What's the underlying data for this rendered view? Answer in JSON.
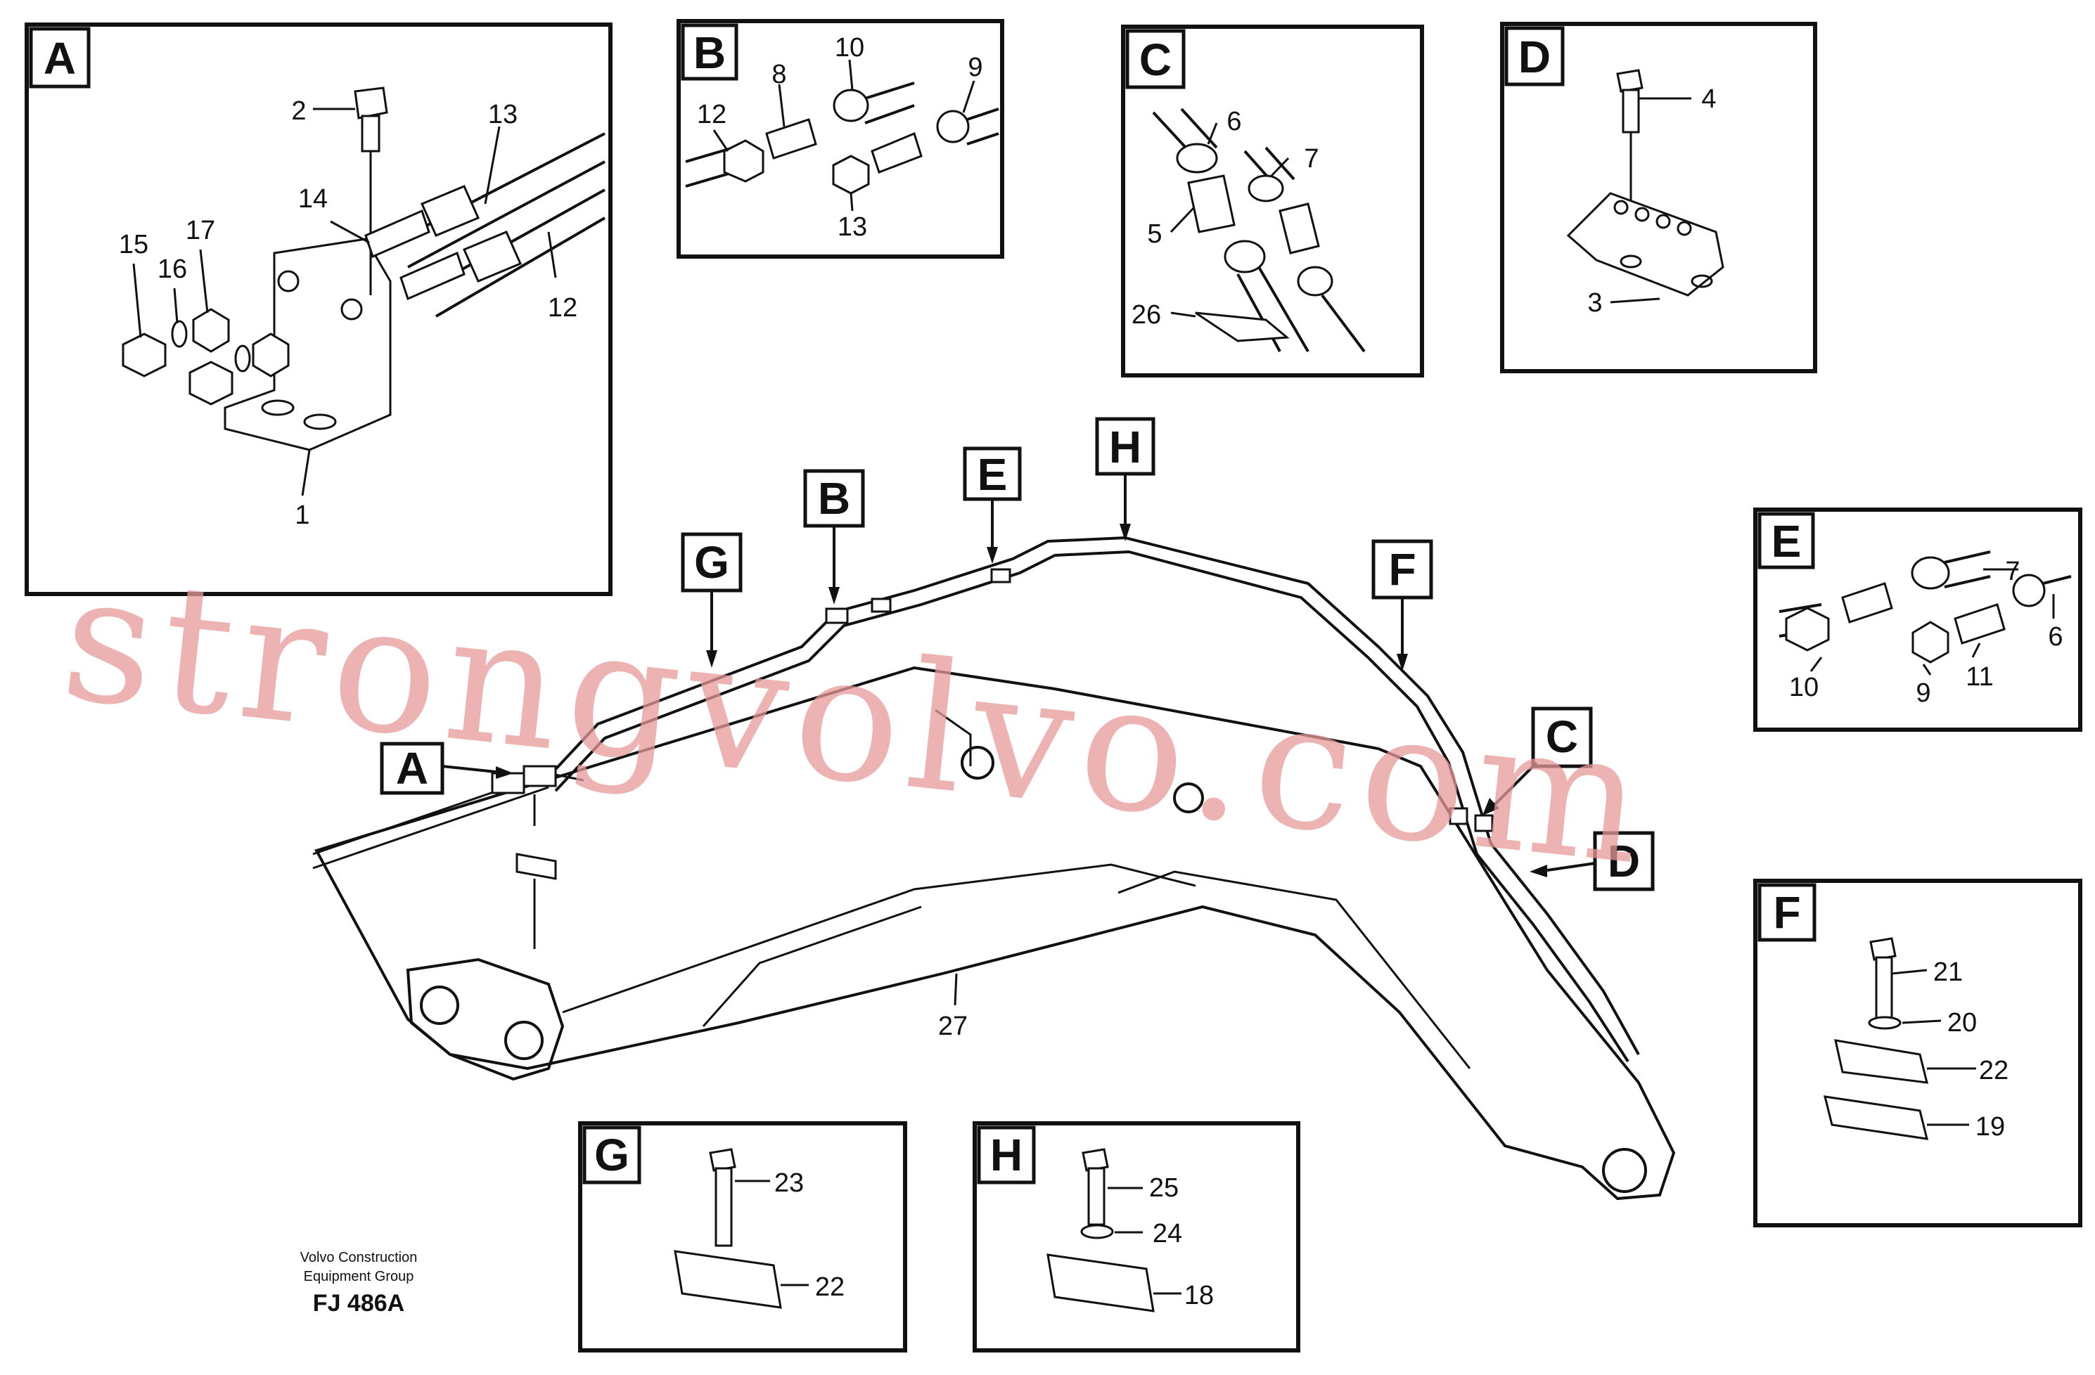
{
  "detail_panels": {
    "A": {
      "tag": "A",
      "callouts": [
        "2",
        "13",
        "14",
        "15",
        "16",
        "17",
        "12",
        "1"
      ]
    },
    "B": {
      "tag": "B",
      "callouts": [
        "10",
        "8",
        "9",
        "12",
        "13"
      ]
    },
    "C": {
      "tag": "C",
      "callouts": [
        "6",
        "7",
        "5",
        "26"
      ]
    },
    "D": {
      "tag": "D",
      "callouts": [
        "4",
        "3"
      ]
    },
    "E": {
      "tag": "E",
      "callouts": [
        "7",
        "6",
        "10",
        "9",
        "11"
      ]
    },
    "F": {
      "tag": "F",
      "callouts": [
        "21",
        "20",
        "22",
        "19"
      ]
    },
    "G": {
      "tag": "G",
      "callouts": [
        "23",
        "22"
      ]
    },
    "H": {
      "tag": "H",
      "callouts": [
        "25",
        "24",
        "18"
      ]
    }
  },
  "main_view": {
    "pointer_tags": [
      "A",
      "B",
      "E",
      "H",
      "G",
      "F",
      "C",
      "D"
    ],
    "boom_callout": "27"
  },
  "caption": {
    "company_line1": "Volvo Construction",
    "company_line2": "Equipment Group",
    "code": "FJ 486A"
  },
  "watermark": "strongvolvo.com",
  "colors": {
    "line": "#111111",
    "watermark": "#e79a9a",
    "background": "#ffffff"
  }
}
